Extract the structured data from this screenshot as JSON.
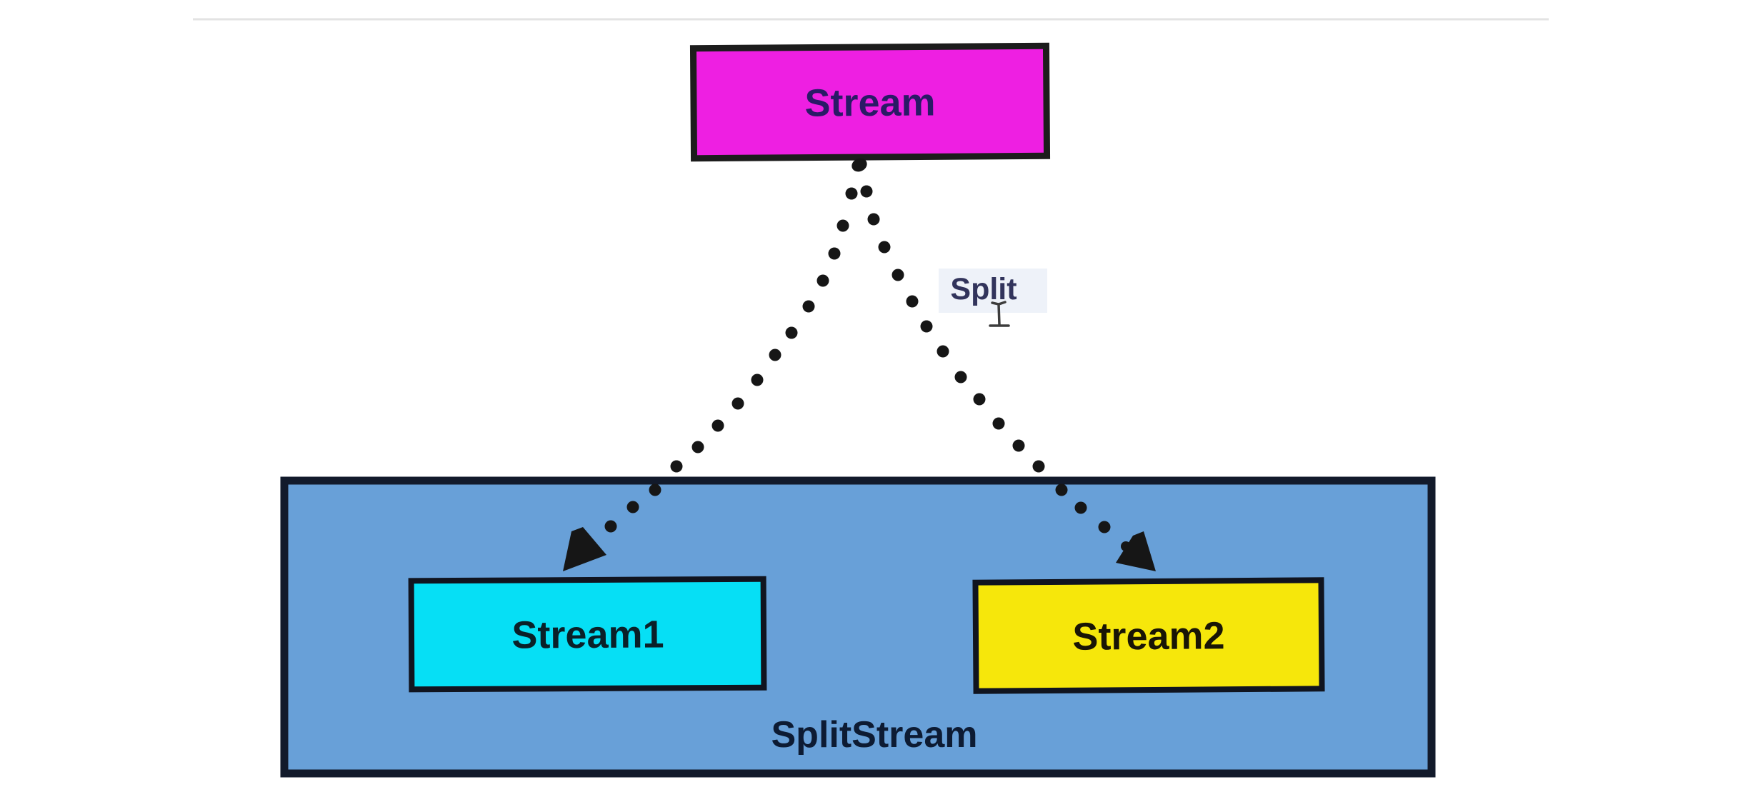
{
  "page": {
    "background": "#ffffff",
    "top_rule_color": "#e3e3e3"
  },
  "diagram": {
    "source_box": {
      "label": "Stream",
      "fill": "#ee1fe2",
      "border": "#1c1c1c",
      "text_color": "#2a1a66"
    },
    "edge": {
      "label": "Split",
      "label_color": "#32345c",
      "dot_color": "#161616",
      "selection_fill": "#eef2f9",
      "cursor_color": "#3c3c3c"
    },
    "container_box": {
      "label": "SplitStream",
      "fill": "#68a0d8",
      "border": "#121a2b",
      "text_color": "#0d1b33"
    },
    "child_boxes": [
      {
        "label": "Stream1",
        "fill": "#06dff5",
        "border": "#10141f",
        "text_color": "#0a2028"
      },
      {
        "label": "Stream2",
        "fill": "#f6e70b",
        "border": "#10141f",
        "text_color": "#191505"
      }
    ]
  }
}
